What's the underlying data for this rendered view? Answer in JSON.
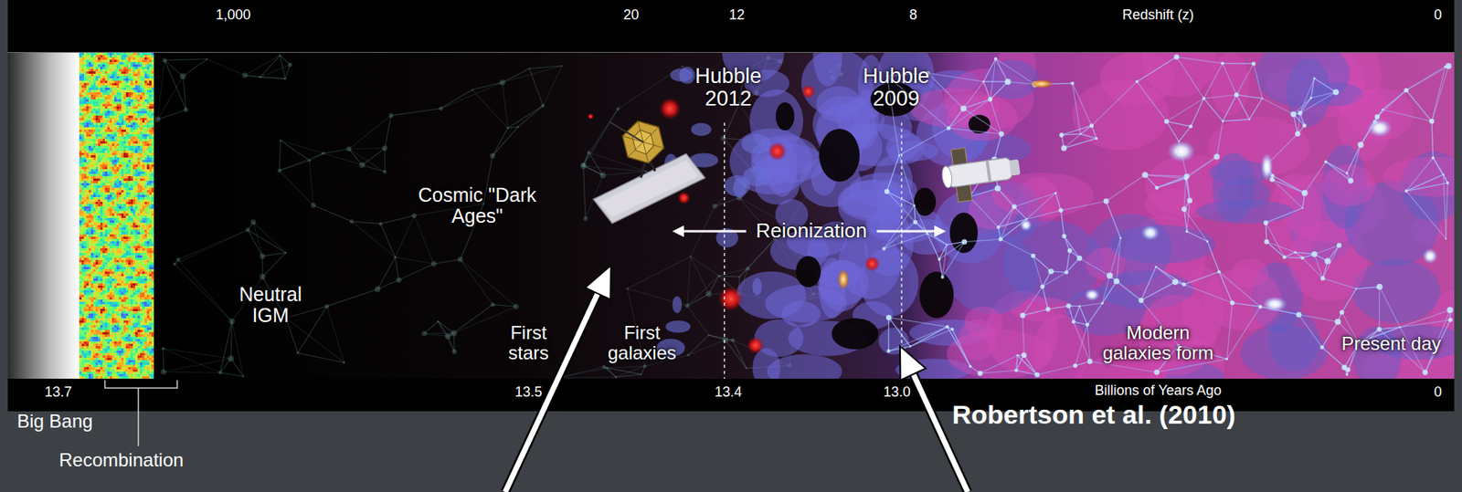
{
  "diagram": {
    "labels": [
      "1,000",
      "20",
      "12",
      "8",
      "Redshift (z)",
      "0",
      "Hubble 2012",
      "Hubble 2009",
      "Cosmic \"Dark Ages\"",
      "Reionization",
      "Neutral IGM",
      "First stars",
      "First galaxies",
      "Modern galaxies form",
      "Present day",
      "13.7",
      "13.5",
      "13.4",
      "13.0",
      "Billions of Years Ago",
      "0",
      "Big Bang",
      "Recombination",
      "Robertson et al. (2010)"
    ]
  }
}
